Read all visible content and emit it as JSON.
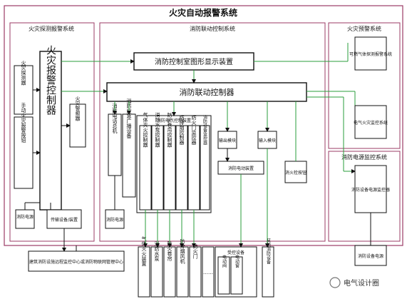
{
  "title": "火灾自动报警系统",
  "groups": {
    "detect": "火灾探测报警系统",
    "linkage": "消防联动控制系统",
    "warning": "火灾预警系统",
    "power_monitor": "消防电源监控系统"
  },
  "boxes": {
    "fire_detector": "火灾探测器",
    "manual_alarm": "手动火灾报警按钮",
    "fire_alarm_controller": "火灾报警控制器",
    "fire_alarm_device": "火灾警报器",
    "graphic_display": "消防控制室图形显示装置",
    "linkage_controller": "消防联动控制器",
    "fire_phone": "消防电话总机",
    "broadcast": "消防应急广播设备",
    "gas_extinguish": "气体灭火控制器",
    "water_extinguish": "消防水泵控制器",
    "fire_shutter": "防火卷帘控制器",
    "smoke_exhaust": "防排烟控制器",
    "fire_door": "防火门监控器",
    "equipment_monitor": "消防设备监控器",
    "electrical_panel_title": "消防电气控制装置",
    "io_module": "输出模块",
    "input_module": "输入模块",
    "linkage_device": "消防电动装置",
    "hydrant_button": "消火栓按钮",
    "combustible_gas": "可燃气体探测报警系统",
    "electrical_fire": "电气火灾监控系统",
    "power_supply_ctrl": "消防设备电源监控器",
    "fire_power_1": "消防电源",
    "fire_power_2": "消防电源",
    "building_center": "建筑消防设施远程监控中心或消防物联网管理中心",
    "transmission": "传输设备/装置",
    "gas_device": "气体灭火装置",
    "water_pump": "消防水泵",
    "shutter_device": "防火卷帘",
    "smoke_device": "防排烟风机",
    "door_device": "防火门",
    "ellipsis": "……",
    "controlled_title": "受控设备",
    "valve": "电动阀",
    "window": "电动窗",
    "other": "其他消防设备",
    "fire_power_device": "消防设备电源"
  },
  "watermark": "电气设计圈"
}
